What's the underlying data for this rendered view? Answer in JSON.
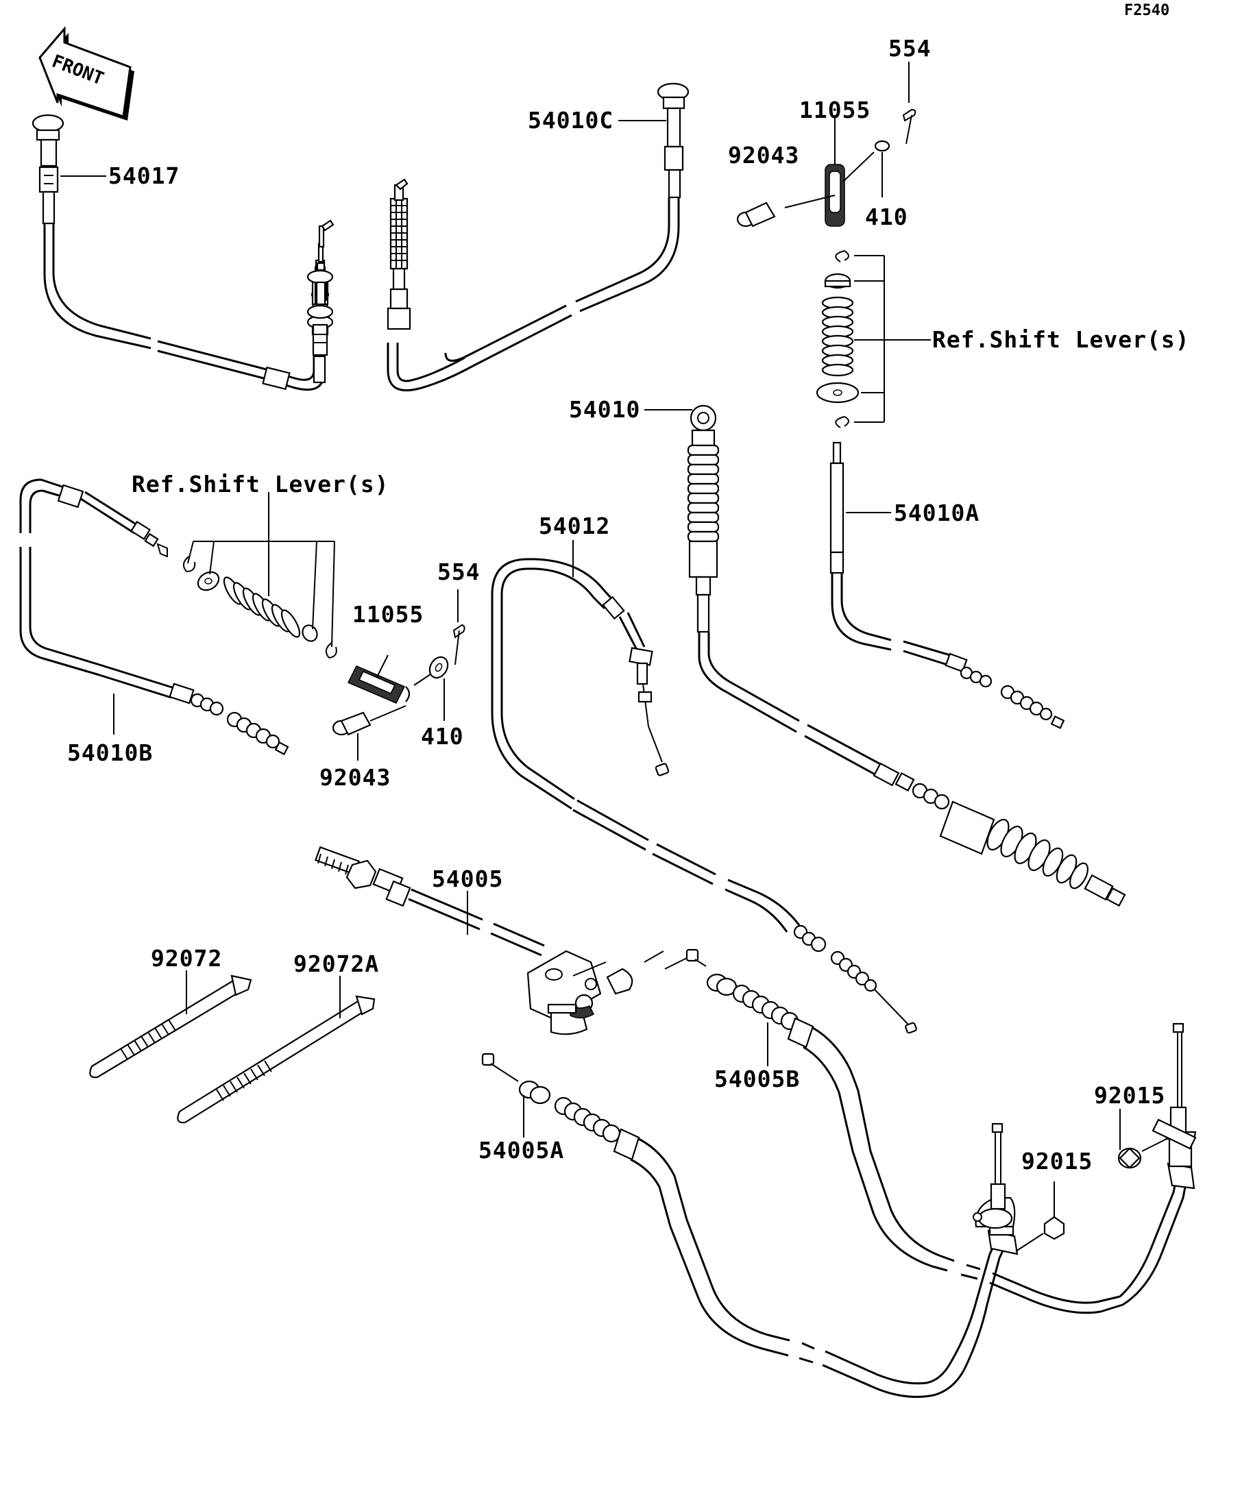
{
  "diagram_code": "F2540",
  "front_marker": "FRONT",
  "labels": {
    "p54017": "54017",
    "p54010C": "54010C",
    "p554_top": "554",
    "p11055_top": "11055",
    "p92043_top": "92043",
    "p410_top": "410",
    "ref_shift_right": "Ref.Shift Lever(s)",
    "p54010": "54010",
    "p54010A": "54010A",
    "ref_shift_left": "Ref.Shift Lever(s)",
    "p54012": "54012",
    "p554_mid": "554",
    "p11055_mid": "11055",
    "p410_mid": "410",
    "p92043_mid": "92043",
    "p54010B": "54010B",
    "p54005": "54005",
    "p92072": "92072",
    "p92072A": "92072A",
    "p54005B": "54005B",
    "p54005A": "54005A",
    "p92015_a": "92015",
    "p92015_b": "92015"
  }
}
